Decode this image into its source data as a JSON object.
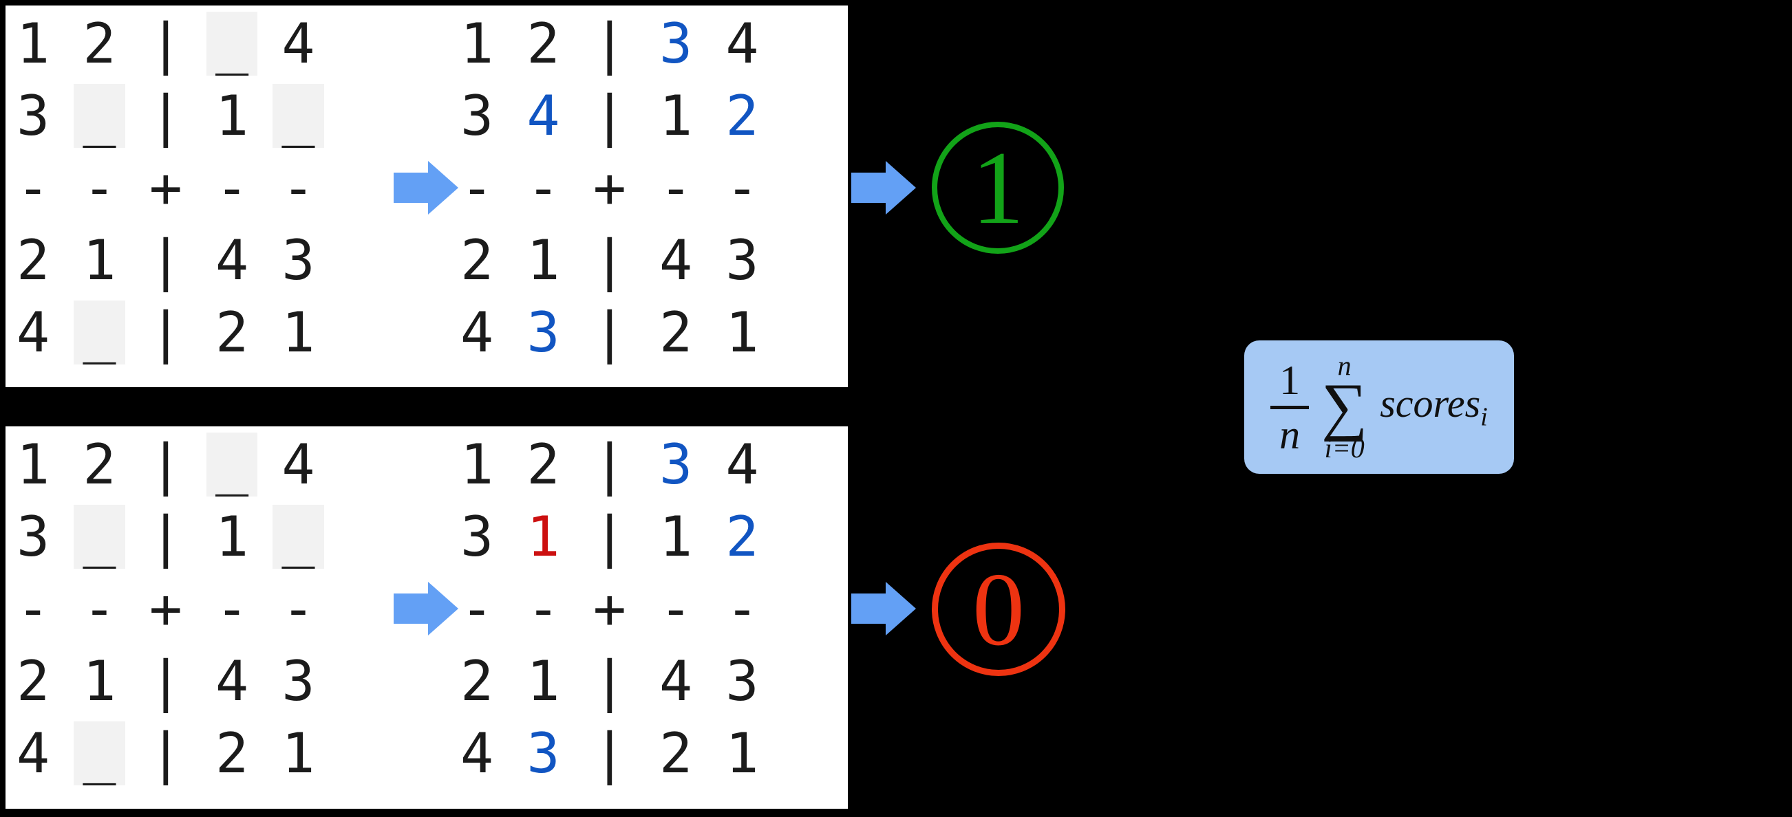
{
  "colors": {
    "background": "#000000",
    "panel_bg": "#ffffff",
    "grid_text": "#1b1b1b",
    "blank_cell_bg": "#f2f2f2",
    "filled_correct_blue": "#1155c2",
    "filled_wrong_red": "#cc1010",
    "arrow_blue": "#63a0f5",
    "score_correct_green": "#12a318",
    "score_incorrect_red": "#ee3311",
    "formula_box_bg": "#a6c9f4"
  },
  "panels": [
    {
      "name": "correct-example",
      "puzzle_rows": [
        [
          "1",
          "2",
          "|",
          "h:_",
          "4"
        ],
        [
          "3",
          "h:_",
          "|",
          "1",
          "h:_"
        ],
        [
          "-",
          "-",
          "+",
          "-",
          "-"
        ],
        [
          "2",
          "1",
          "|",
          "4",
          "3"
        ],
        [
          "4",
          "h:_",
          "|",
          "2",
          "1"
        ]
      ],
      "solution_rows": [
        [
          "1",
          "2",
          "|",
          "b:3",
          "4"
        ],
        [
          "3",
          "b:4",
          "|",
          "1",
          "b:2"
        ],
        [
          "-",
          "-",
          "+",
          "-",
          "-"
        ],
        [
          "2",
          "1",
          "|",
          "4",
          "3"
        ],
        [
          "4",
          "b:3",
          "|",
          "2",
          "1"
        ]
      ],
      "score": "1"
    },
    {
      "name": "incorrect-example",
      "puzzle_rows": [
        [
          "1",
          "2",
          "|",
          "h:_",
          "4"
        ],
        [
          "3",
          "h:_",
          "|",
          "1",
          "h:_"
        ],
        [
          "-",
          "-",
          "+",
          "-",
          "-"
        ],
        [
          "2",
          "1",
          "|",
          "4",
          "3"
        ],
        [
          "4",
          "h:_",
          "|",
          "2",
          "1"
        ]
      ],
      "solution_rows": [
        [
          "1",
          "2",
          "|",
          "b:3",
          "4"
        ],
        [
          "3",
          "r:1",
          "|",
          "1",
          "b:2"
        ],
        [
          "-",
          "-",
          "+",
          "-",
          "-"
        ],
        [
          "2",
          "1",
          "|",
          "4",
          "3"
        ],
        [
          "4",
          "b:3",
          "|",
          "2",
          "1"
        ]
      ],
      "score": "0"
    }
  ],
  "formula": {
    "numerator": "1",
    "denominator": "n",
    "sum_upper": "n",
    "sum_symbol": "∑",
    "sum_lower": "i=0",
    "body": "scores",
    "subscript": "i"
  }
}
